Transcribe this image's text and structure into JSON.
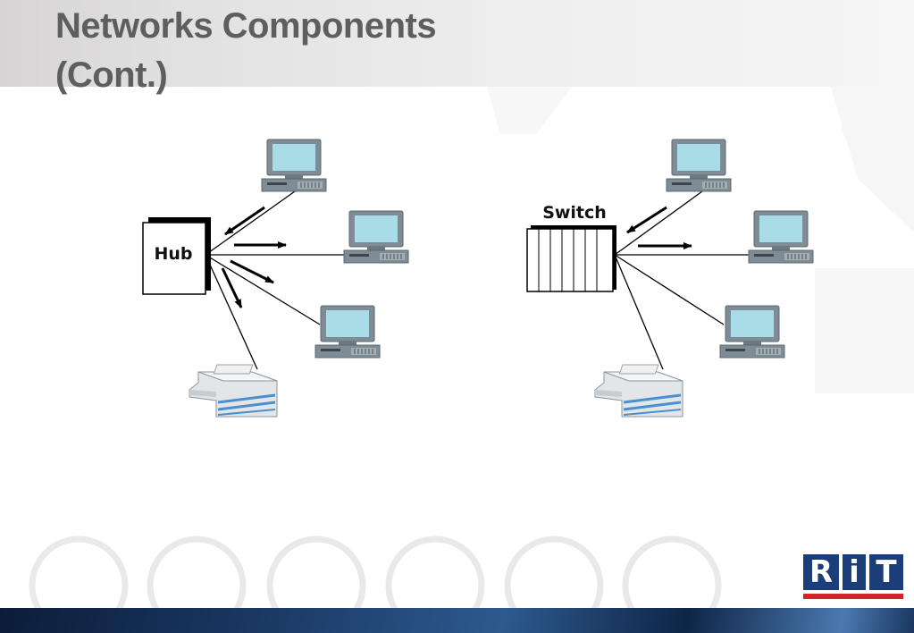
{
  "slide": {
    "title_line1": "Networks Components",
    "title_line2": "(Cont.)"
  },
  "hub_diagram": {
    "device_label": "Hub",
    "nodes": [
      "computer",
      "computer",
      "computer",
      "printer"
    ]
  },
  "switch_diagram": {
    "device_label": "Switch",
    "nodes": [
      "computer",
      "computer",
      "computer",
      "printer"
    ]
  },
  "footer": {
    "logo_letters": [
      "R",
      "i",
      "T"
    ],
    "background_icons": [
      "server-icon",
      "network-hub-icon",
      "circuit-board-icon",
      "tower-computer-icon",
      "dsl-icon",
      "document-icon"
    ]
  },
  "colors": {
    "title": "#5e5e5e",
    "screen": "#a8dde8",
    "device_body": "#7f8c95",
    "logo_blue": "#1b3d7a",
    "logo_red": "#d32229",
    "printer_stripe": "#4a8fd0"
  }
}
